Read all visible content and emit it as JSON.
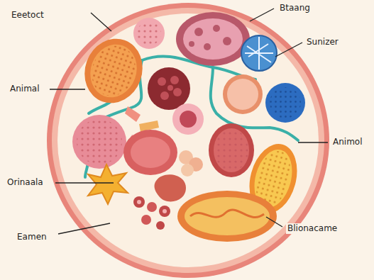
{
  "diagram": {
    "labels": [
      "Eeetoct",
      "Btaang",
      "Sunizer",
      "Animal",
      "Animol",
      "Orinaala",
      "Eamen",
      "Blionacame"
    ]
  }
}
